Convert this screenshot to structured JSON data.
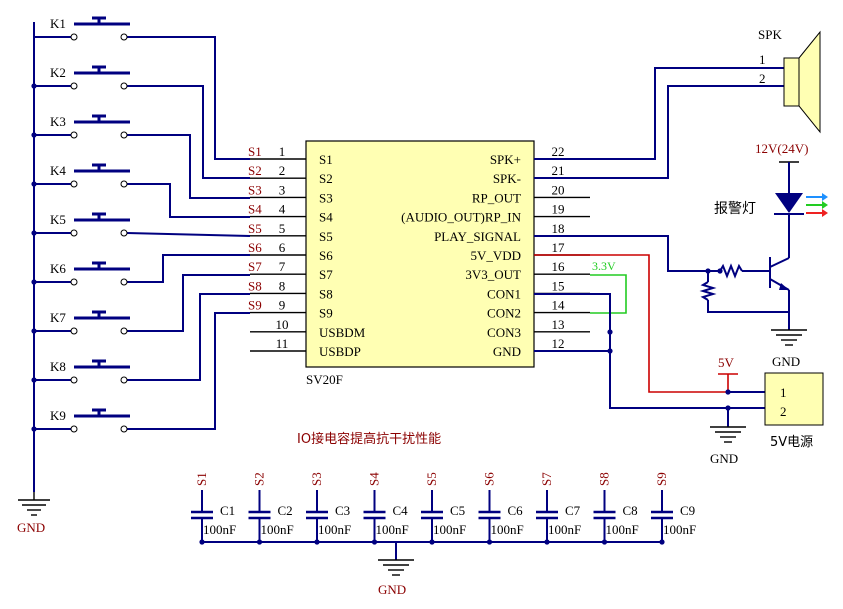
{
  "ic": {
    "name": "SV20F",
    "left_pins": [
      {
        "net": "S1",
        "num": "1",
        "name": "S1"
      },
      {
        "net": "S2",
        "num": "2",
        "name": "S2"
      },
      {
        "net": "S3",
        "num": "3",
        "name": "S3"
      },
      {
        "net": "S4",
        "num": "4",
        "name": "S4"
      },
      {
        "net": "S5",
        "num": "5",
        "name": "S5"
      },
      {
        "net": "S6",
        "num": "6",
        "name": "S6"
      },
      {
        "net": "S7",
        "num": "7",
        "name": "S7"
      },
      {
        "net": "S8",
        "num": "8",
        "name": "S8"
      },
      {
        "net": "S9",
        "num": "9",
        "name": "S9"
      },
      {
        "net": "",
        "num": "10",
        "name": "USBDM"
      },
      {
        "net": "",
        "num": "11",
        "name": "USBDP"
      }
    ],
    "right_pins": [
      {
        "num": "22",
        "name": "SPK+"
      },
      {
        "num": "21",
        "name": "SPK-"
      },
      {
        "num": "20",
        "name": "RP_OUT"
      },
      {
        "num": "19",
        "name": "(AUDIO_OUT)RP_IN"
      },
      {
        "num": "18",
        "name": "PLAY_SIGNAL"
      },
      {
        "num": "17",
        "name": "5V_VDD"
      },
      {
        "num": "16",
        "name": "3V3_OUT"
      },
      {
        "num": "15",
        "name": "CON1"
      },
      {
        "num": "14",
        "name": "CON2"
      },
      {
        "num": "13",
        "name": "CON3"
      },
      {
        "num": "12",
        "name": "GND"
      }
    ]
  },
  "keys": [
    "K1",
    "K2",
    "K3",
    "K4",
    "K5",
    "K6",
    "K7",
    "K8",
    "K9"
  ],
  "speaker": {
    "label": "SPK",
    "pin1": "1",
    "pin2": "2"
  },
  "power_12v": "12V(24V)",
  "alarm_lamp": "报警灯",
  "net_3v3": "3.3V",
  "net_5v": "5V",
  "power_connector": {
    "label": "5V电源",
    "pin1": "1",
    "pin2": "2"
  },
  "gnd_label": "GND",
  "cap_note": "IO接电容提高抗干扰性能",
  "capacitors": [
    {
      "net": "S1",
      "ref": "C1",
      "value": "100nF"
    },
    {
      "net": "S2",
      "ref": "C2",
      "value": "100nF"
    },
    {
      "net": "S3",
      "ref": "C3",
      "value": "100nF"
    },
    {
      "net": "S4",
      "ref": "C4",
      "value": "100nF"
    },
    {
      "net": "S5",
      "ref": "C5",
      "value": "100nF"
    },
    {
      "net": "S6",
      "ref": "C6",
      "value": "100nF"
    },
    {
      "net": "S7",
      "ref": "C7",
      "value": "100nF"
    },
    {
      "net": "S8",
      "ref": "C8",
      "value": "100nF"
    },
    {
      "net": "S9",
      "ref": "C9",
      "value": "100nF"
    }
  ]
}
